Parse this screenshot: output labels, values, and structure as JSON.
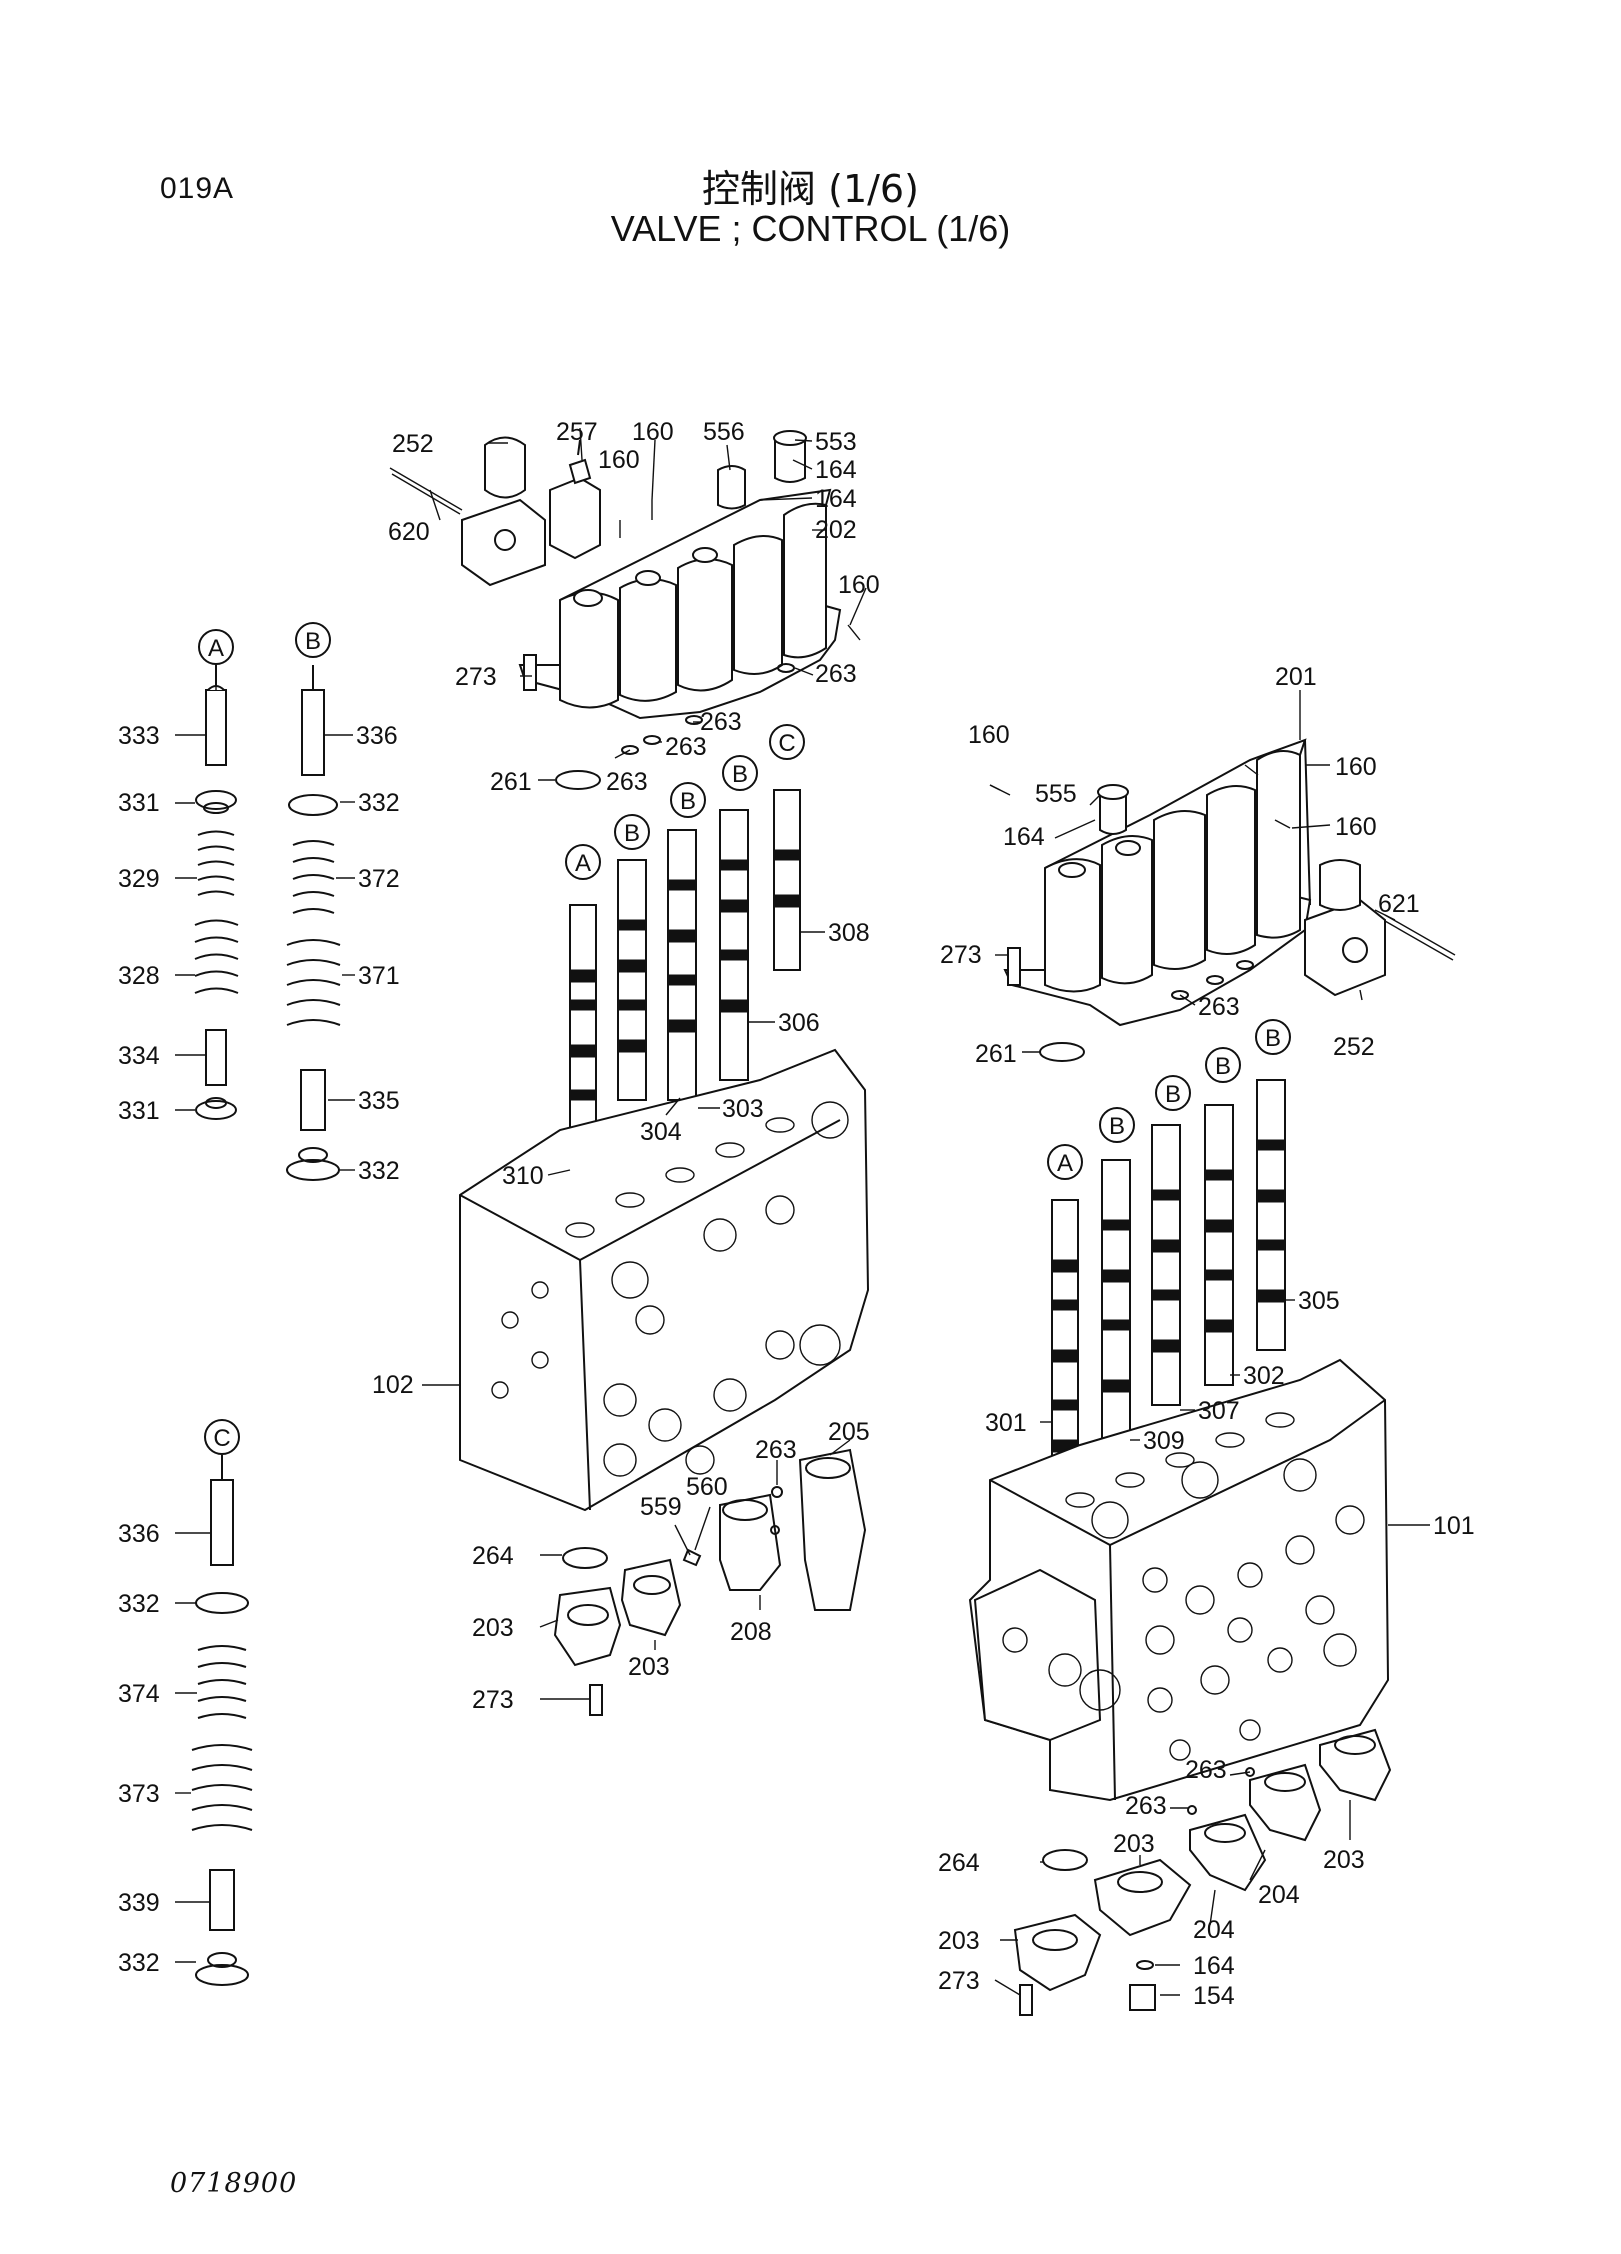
{
  "header": {
    "code": "019A",
    "title_cn": "控制阀 (1/6)",
    "title_en": "VALVE ; CONTROL (1/6)"
  },
  "footer": {
    "drawing_number": "0718900"
  },
  "callouts": [
    "A",
    "B",
    "C",
    "A",
    "B",
    "B",
    "B",
    "C",
    "A",
    "B",
    "B",
    "B",
    "B"
  ],
  "part_labels": [
    "252",
    "257",
    "160",
    "556",
    "553",
    "160",
    "164",
    "164",
    "620",
    "202",
    "160",
    "273",
    "263",
    "263",
    "263",
    "263",
    "261",
    "201",
    "160",
    "555",
    "160",
    "164",
    "160",
    "621",
    "273",
    "263",
    "252",
    "261",
    "333",
    "336",
    "331",
    "332",
    "329",
    "372",
    "328",
    "371",
    "334",
    "335",
    "331",
    "332",
    "308",
    "306",
    "303",
    "304",
    "310",
    "102",
    "305",
    "302",
    "307",
    "309",
    "301",
    "101",
    "205",
    "263",
    "560",
    "559",
    "264",
    "203",
    "203",
    "208",
    "273",
    "336",
    "332",
    "374",
    "373",
    "339",
    "332",
    "263",
    "263",
    "203",
    "203",
    "204",
    "204",
    "264",
    "203",
    "164",
    "273",
    "154"
  ]
}
